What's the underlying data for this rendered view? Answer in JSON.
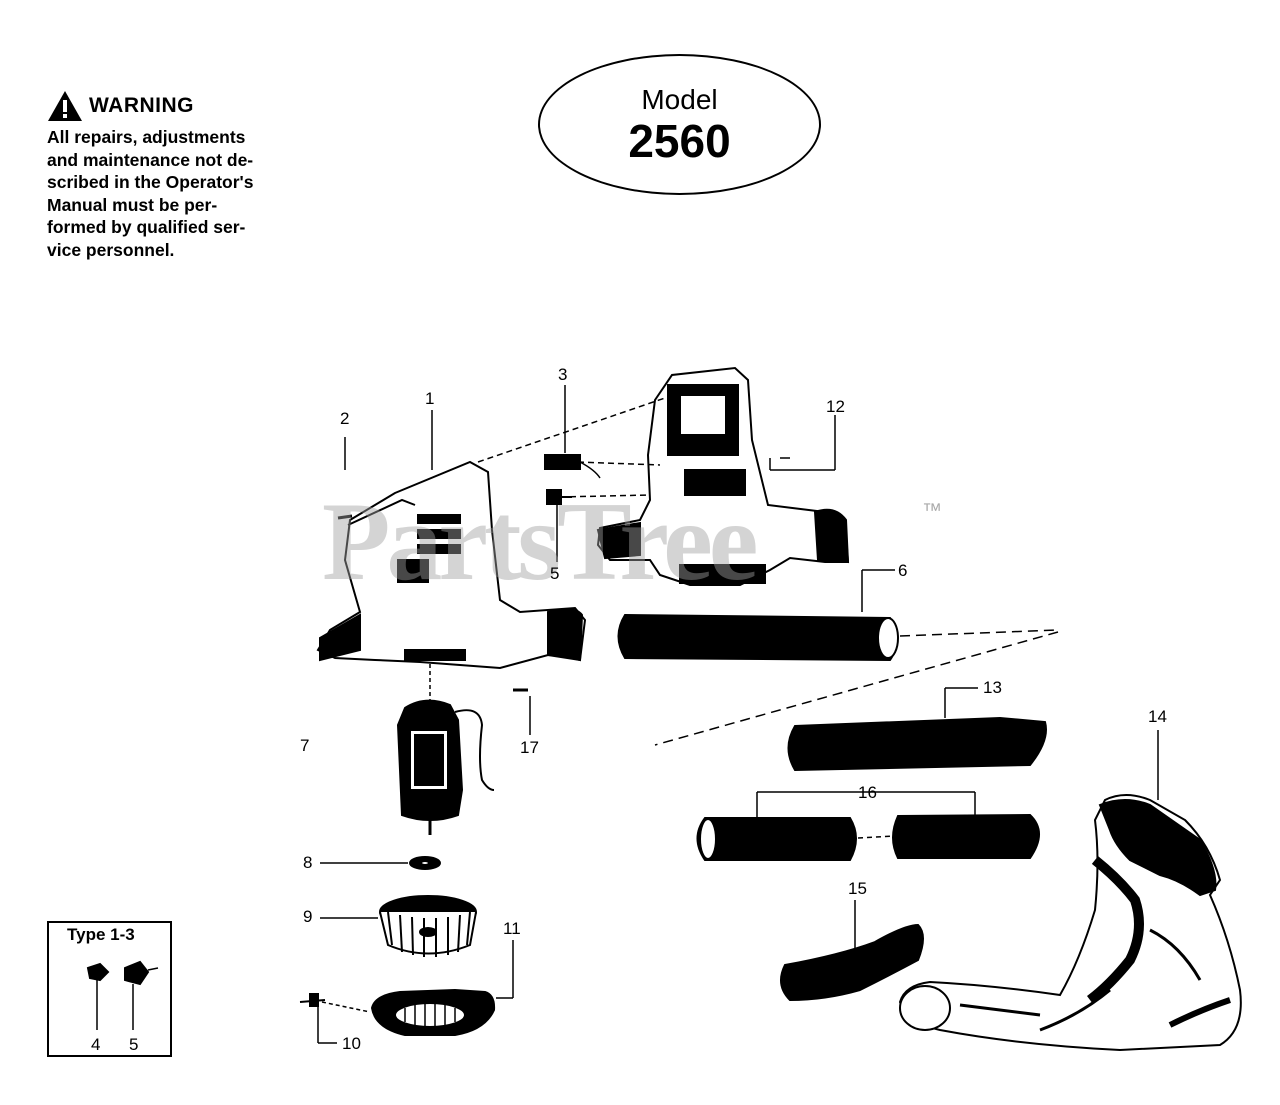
{
  "warning": {
    "title": "WARNING",
    "body": "All repairs, adjustments\nand maintenance not de-\nscribed in the Operator's\nManual must be per-\nformed by qualified ser-\nvice personnel."
  },
  "model": {
    "label": "Model",
    "number": "2560"
  },
  "watermark": {
    "text": "PartsTree",
    "tm": "™"
  },
  "callouts": {
    "c1": "1",
    "c2": "2",
    "c3": "3",
    "c5": "5",
    "c6": "6",
    "c7": "7",
    "c8": "8",
    "c9": "9",
    "c10": "10",
    "c11": "11",
    "c12": "12",
    "c13": "13",
    "c14": "14",
    "c15": "15",
    "c16": "16",
    "c17": "17"
  },
  "type_box": {
    "title": "Type 1-3",
    "num_a": "4",
    "num_b": "5"
  },
  "colors": {
    "ink": "#000000",
    "watermark": "#a0a0a0"
  }
}
